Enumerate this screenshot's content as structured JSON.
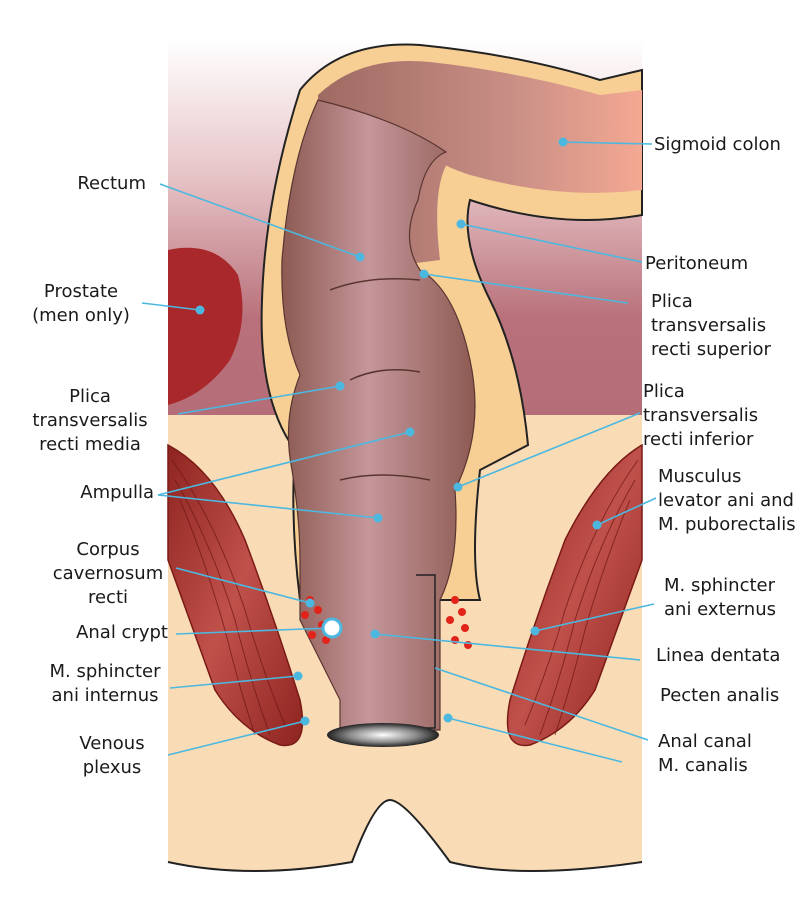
{
  "labels": {
    "sigmoid_colon": "Sigmoid colon",
    "rectum": "Rectum",
    "peritoneum": "Peritoneum",
    "prostate": "Prostate\n(men only)",
    "plica_superior": "Plica\ntransversalis\nrecti superior",
    "plica_media": "Plica\ntransversalis\nrecti media",
    "plica_inferior": "Plica\ntransversalis\nrecti inferior",
    "ampulla": "Ampulla",
    "levator": "Musculus\nlevator ani and\nM. puborectalis",
    "corpus": "Corpus\ncavernosum\nrecti",
    "sphincter_externus": "M. sphincter\nani externus",
    "anal_crypt": "Anal crypt",
    "linea_dentata": "Linea dentata",
    "sphincter_internus": "M. sphincter\nani internus",
    "pecten": "Pecten analis",
    "venous_plexus": "Venous\nplexus",
    "anal_canal": "Anal canal\nM. canalis"
  },
  "colors": {
    "leader": "#4cb8e0",
    "dot": "#4cb8e0",
    "bowel": "#9e6a62",
    "serosa": "#f7cf94",
    "muscle": "#a8322d",
    "skin": "#f9dcb6",
    "pelvis": "#b8707a",
    "prostate": "#a8282b",
    "colon_tip": "#f2a38f"
  }
}
